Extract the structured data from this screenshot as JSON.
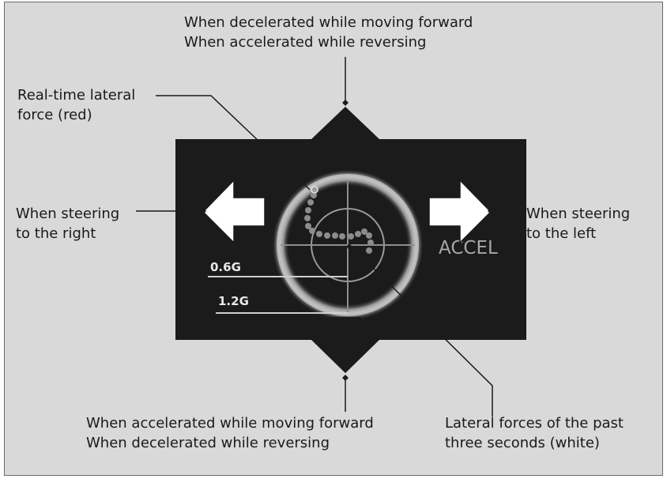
{
  "diagram": {
    "labels": {
      "top_line1": "When decelerated while moving forward",
      "top_line2": "When accelerated while reversing",
      "realtime_line1": "Real-time lateral",
      "realtime_line2": "force (red)",
      "left_line1": "When steering",
      "left_line2": "to the right",
      "right_line1": "When steering",
      "right_line2": "to the left",
      "bottom_left_line1": "When accelerated while moving forward",
      "bottom_left_line2": "When decelerated while reversing",
      "bottom_right_line1": "Lateral forces of the past",
      "bottom_right_line2": "three seconds (white)"
    },
    "display": {
      "accel_text": "ACCEL",
      "scale_1": "0.6G",
      "scale_2": "1.2G"
    }
  }
}
